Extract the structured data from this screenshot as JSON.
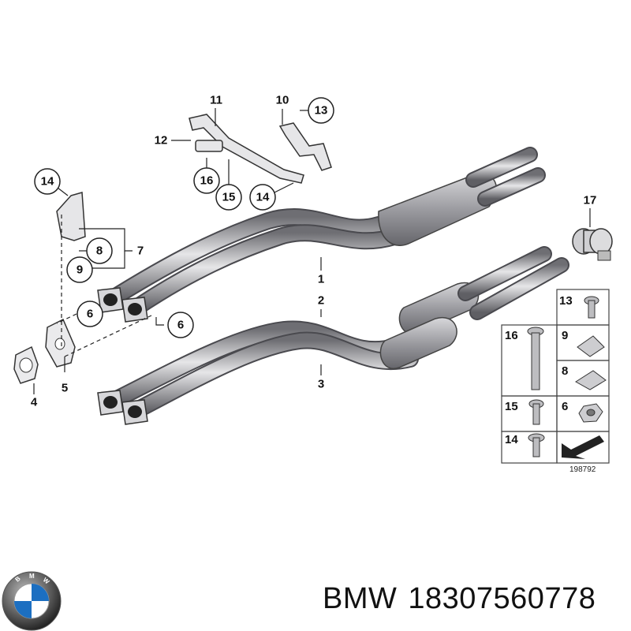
{
  "brand": {
    "logo_name": "BMW roundel",
    "logo_letters": "BMW",
    "caption_brand": "BMW",
    "caption_part_number": "18307560778"
  },
  "diagram": {
    "image_number": "198792",
    "callouts": {
      "c1": "1",
      "c2": "2",
      "c3": "3",
      "c4": "4",
      "c5": "5",
      "c6a": "6",
      "c6b": "6",
      "c7": "7",
      "c8": "8",
      "c9": "9",
      "c10": "10",
      "c11": "11",
      "c12": "12",
      "c13": "13",
      "c14a": "14",
      "c14b": "14",
      "c15": "15",
      "c16": "16",
      "c17": "17"
    },
    "parts_grid": {
      "r1_right": "13",
      "r2_left": "16",
      "r2_right": "9",
      "r3_right": "8",
      "r4_left": "15",
      "r4_right": "6",
      "r5_left": "14"
    }
  },
  "colors": {
    "pipe_light": "#e4e4e6",
    "pipe_mid": "#a9a9ad",
    "pipe_dark": "#6e6e73",
    "outline": "#333333",
    "bmw_blue": "#1c6fc1"
  }
}
